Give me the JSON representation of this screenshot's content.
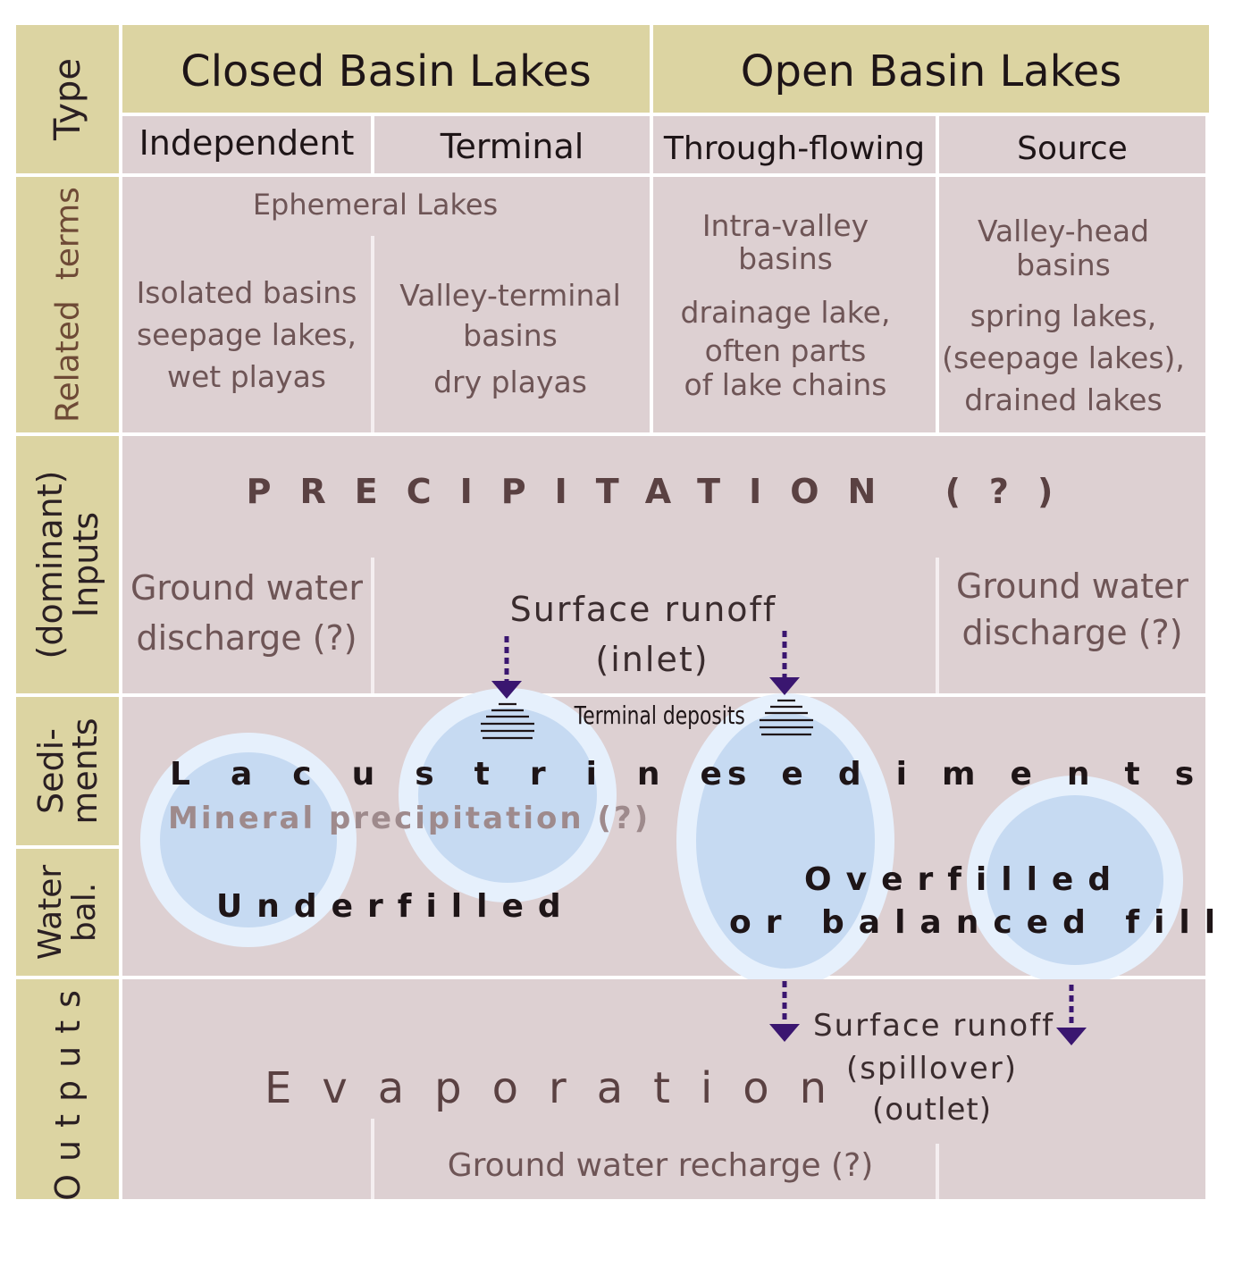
{
  "rows": {
    "type": "Type",
    "related_terms": "Related  terms",
    "inputs_line1": "(dominant)",
    "inputs_line2": "Inputs",
    "sediments_line1": "Sedi-",
    "sediments_line2": "ments",
    "water_line1": "Water",
    "water_line2": "bal.",
    "outputs": "Outputs"
  },
  "headers": {
    "closed": "Closed Basin Lakes",
    "open": "Open Basin Lakes",
    "independent": "Independent",
    "terminal": "Terminal",
    "through_flowing": "Through-flowing",
    "source": "Source"
  },
  "related": {
    "ephemeral": "Ephemeral Lakes",
    "independent": [
      "Isolated basins",
      "seepage lakes,",
      "wet playas"
    ],
    "terminal_1": [
      "Valley-terminal",
      "basins"
    ],
    "terminal_2": "dry playas",
    "through_1": [
      "Intra-valley",
      "basins"
    ],
    "through_2": [
      "drainage lake,",
      "often parts",
      "of lake chains"
    ],
    "source_1": [
      "Valley-head",
      "basins"
    ],
    "source_2": [
      "spring lakes,",
      "(seepage lakes),",
      "drained lakes"
    ]
  },
  "inputs": {
    "precipitation": "PRECIPITATION (?)",
    "gw_left": [
      "Ground water",
      "discharge (?)"
    ],
    "surface_runoff": "Surface runoff",
    "inlet": "(inlet)",
    "gw_right": [
      "Ground water",
      "discharge (?)"
    ]
  },
  "sediments": {
    "terminal_deposits": "Terminal deposits",
    "lacustrine": "Lacustrine",
    "sediments_word": "sediments",
    "mineral": "Mineral precipitation (?)"
  },
  "water_balance": {
    "underfilled": "Underfilled",
    "overfilled": "Overfilled",
    "balanced": "or balanced fill"
  },
  "outputs": {
    "evaporation": "Evaporation",
    "runoff": "Surface runoff",
    "spillover": "(spillover)",
    "outlet": "(outlet)",
    "gw_recharge": "Ground water recharge (?)"
  },
  "colors": {
    "label_bg": "#dcd4a2",
    "cell_bg": "#ddd0d2",
    "arrow": "#3a1670",
    "lake_fill": "#c6daf2",
    "lake_rim": "#e6f0fc"
  }
}
